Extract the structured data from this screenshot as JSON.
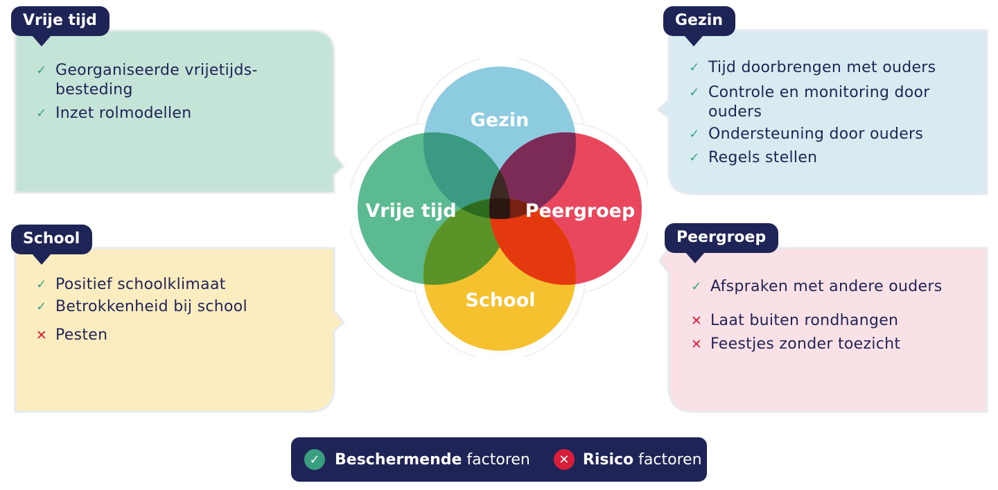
{
  "colors": {
    "navy": "#1e2456",
    "check": "#3a9e80",
    "cross": "#d81e3a",
    "gezin": "#8ccbe0",
    "vrije_tijd": "#5bba90",
    "peergroep": "#e8475e",
    "school": "#f6c12e"
  },
  "icons": {
    "check": "✓",
    "cross": "✕"
  },
  "panels": {
    "vrije_tijd": {
      "title": "Vrije tijd",
      "items": [
        {
          "type": "check",
          "text": "Georganiseerde vrijetijds-",
          "text2": "besteding"
        },
        {
          "type": "check",
          "text": "Inzet rolmodellen"
        }
      ]
    },
    "gezin": {
      "title": "Gezin",
      "items": [
        {
          "type": "check",
          "text": "Tijd doorbrengen met ouders"
        },
        {
          "type": "check",
          "text": "Controle en monitoring door",
          "text2": "ouders"
        },
        {
          "type": "check",
          "text": "Ondersteuning door ouders"
        },
        {
          "type": "check",
          "text": "Regels stellen"
        }
      ]
    },
    "school": {
      "title": "School",
      "items": [
        {
          "type": "check",
          "text": "Positief schoolklimaat"
        },
        {
          "type": "check",
          "text": "Betrokkenheid bij school"
        },
        {
          "type": "cross",
          "text": "Pesten"
        }
      ]
    },
    "peergroep": {
      "title": "Peergroep",
      "items": [
        {
          "type": "check",
          "text": "Afspraken met andere ouders"
        },
        {
          "type": "cross",
          "text": "Laat buiten rondhangen"
        },
        {
          "type": "cross",
          "text": "Feestjes zonder toezicht"
        }
      ]
    }
  },
  "venn": {
    "gezin": "Gezin",
    "vrije_tijd": "Vrije tijd",
    "peergroep": "Peergroep",
    "school": "School"
  },
  "legend": {
    "protective_bold": "Beschermende",
    "protective_rest": " factoren",
    "risk_bold": "Risico",
    "risk_rest": " factoren"
  }
}
